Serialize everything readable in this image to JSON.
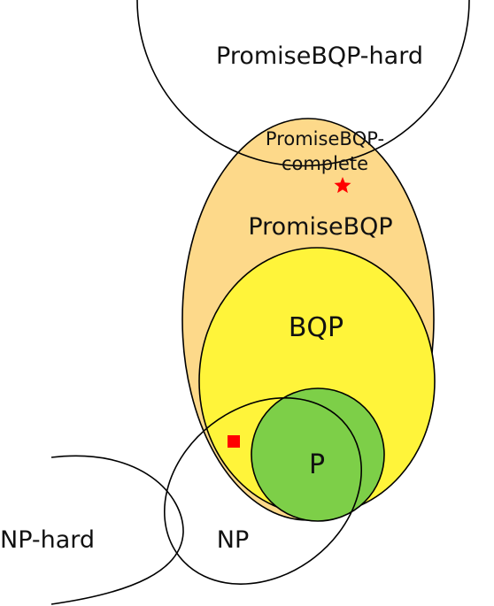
{
  "labels": {
    "promisebqp_hard": "PromiseBQP-hard",
    "promisebqp_complete_line1": "PromiseBQP-",
    "promisebqp_complete_line2": "complete",
    "promisebqp": "PromiseBQP",
    "bqp": "BQP",
    "p": "P",
    "np_hard": "NP-hard",
    "np": "NP"
  },
  "colors": {
    "promisebqp_fill": "#fdd98a",
    "bqp_fill": "#fff43a",
    "p_fill": "#7dcf48",
    "outline": "#000000",
    "star_marker": "#ff0000",
    "square_marker": "#ff0000"
  },
  "markers": [
    {
      "name": "star-marker",
      "shape": "star",
      "color": "#ff0000"
    },
    {
      "name": "square-marker",
      "shape": "square",
      "color": "#ff0000"
    }
  ]
}
